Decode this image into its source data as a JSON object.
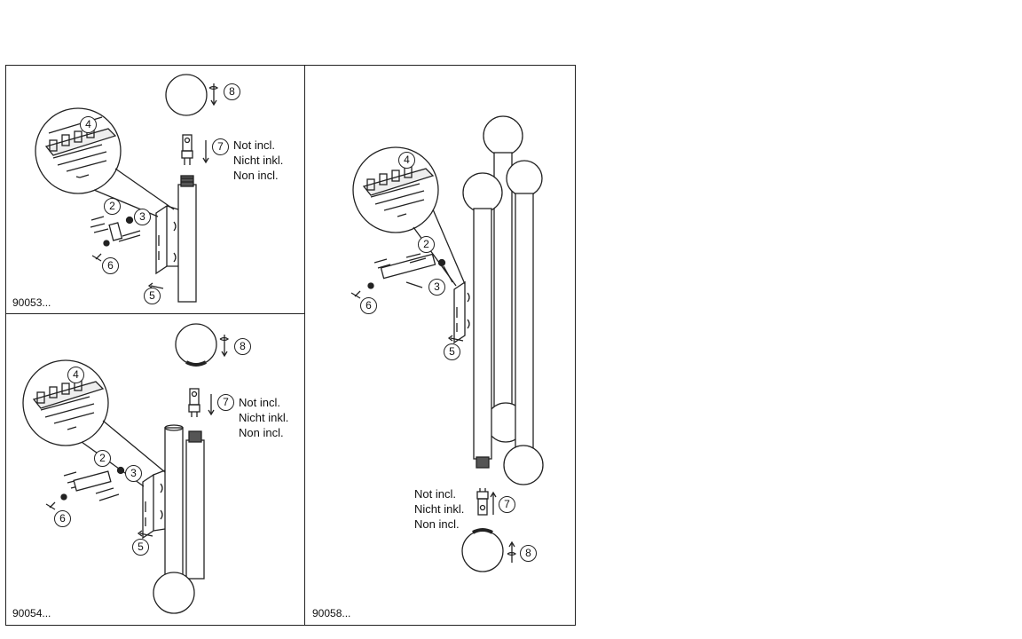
{
  "panels": [
    {
      "code": "90053...",
      "note": {
        "line1": "Not incl.",
        "line2": "Nicht inkl.",
        "line3": "Non incl."
      },
      "steps": [
        "2",
        "3",
        "4",
        "5",
        "6",
        "7",
        "8"
      ]
    },
    {
      "code": "90054...",
      "note": {
        "line1": "Not incl.",
        "line2": "Nicht inkl.",
        "line3": "Non incl."
      },
      "steps": [
        "2",
        "3",
        "4",
        "5",
        "6",
        "7",
        "8"
      ]
    },
    {
      "code": "90058...",
      "note": {
        "line1": "Not incl.",
        "line2": "Nicht inkl.",
        "line3": "Non incl."
      },
      "steps": [
        "2",
        "3",
        "4",
        "5",
        "6",
        "7",
        "8"
      ]
    }
  ],
  "icons": [
    "globe-shade-icon",
    "g9-bulb-icon",
    "terminal-block-icon",
    "wall-bracket-icon",
    "dowel-screw-icon",
    "tube-arm-icon"
  ]
}
